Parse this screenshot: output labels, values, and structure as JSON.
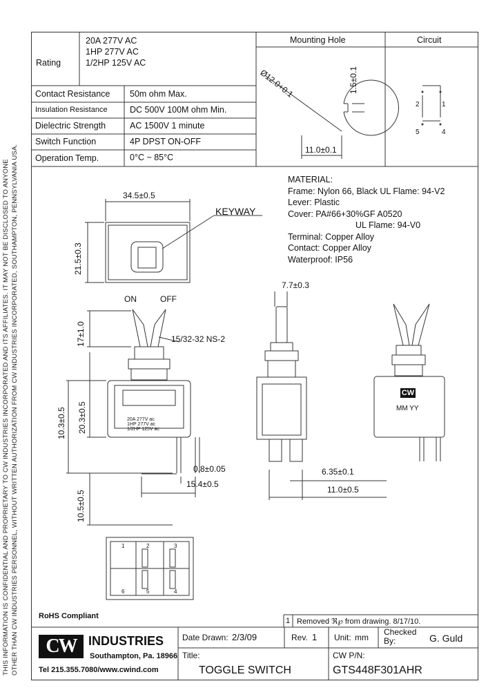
{
  "side_text": {
    "line1": "THIS INFORMATION IS CONFIDENTIAL AND PROPRIETARY TO CW INDUSTRIES INCORPORATED AND ITS AFFILIATES. IT MAY NOT BE DISCLOSED TO ANYONE",
    "line2": "OTHER THAN CW INDUSTRIES PERSONNEL, WITHOUT WRITTEN AUTHORIZATION FROM CW INDUSTRIES INCORPORATED, SOUTHAMPTON, PENNSYLVANIA USA."
  },
  "specs": {
    "rating_label": "Rating",
    "rating_1": "20A  277V AC",
    "rating_2": "1HP  277V AC",
    "rating_3": "1/2HP  125V AC",
    "contact_label": "Contact Resistance",
    "contact_value": "50m  ohm  Max.",
    "insulation_label": "Insulation Resistance",
    "insulation_value": "DC  500V 100M  ohm  Min.",
    "dielectric_label": "Dielectric Strength",
    "dielectric_value": "AC  1500V  1 minute",
    "function_label": "Switch Function",
    "function_value": "4P  DPST   ON-OFF",
    "temp_label": "Operation Temp.",
    "temp_value": "0°C ~ 85°C"
  },
  "mounting": {
    "header": "Mounting Hole",
    "dia": "Ø12.0+0.1",
    "key": "1.5±0.1",
    "width": "11.0±0.1"
  },
  "circuit": {
    "header": "Circuit",
    "p2": "2",
    "p1": "1",
    "p5": "5",
    "p4": "4"
  },
  "material": {
    "title": "MATERIAL:",
    "frame": "Frame: Nylon 66, Black UL Flame: 94-V2",
    "lever": "Lever: Plastic",
    "cover": "Cover: PA#66+30%GF A0520",
    "cover_ul": "UL Flame: 94-V0",
    "terminal": "Terminal: Copper Alloy",
    "contact": "Contact: Copper Alloy",
    "waterproof": "Waterproof: IP56"
  },
  "drawing": {
    "top_width": "34.5±0.5",
    "top_height": "21.5±0.3",
    "keyway": "KEYWAY",
    "on": "ON",
    "off": "OFF",
    "lever_h": "17±1.0",
    "thread": "15/32-32 NS-2",
    "body_h1": "10.3±0.5",
    "body_h2": "20.3±0.5",
    "label_1": "20A 277V ac",
    "label_2": "1HP 277V ac",
    "label_3": "1/2HP 125V ac",
    "term_w": "0.8±0.05",
    "term_span": "15.4±0.5",
    "term_len": "10.5±0.5",
    "lever_w": "7.7±0.3",
    "tab_w": "6.35±0.1",
    "tab_span": "11.0±0.5",
    "brand": "CW",
    "date_code": "MM YY",
    "bottom_1": "1",
    "bottom_2": "2",
    "bottom_3": "3",
    "bottom_4": "4",
    "bottom_5": "5",
    "bottom_6": "6"
  },
  "footer": {
    "rohs": "RoHS Compliant",
    "rev_num": "1",
    "rev_note": "Removed  ℜ℘  from drawing. 8/17/10.",
    "logo": "CW",
    "company": "INDUSTRIES",
    "city": "Southampton, Pa. 18966",
    "contact": "Tel 215.355.7080/www.cwind.com",
    "date_label": "Date Drawn:",
    "date_value": "2/3/09",
    "rev_label": "Rev.",
    "rev_value": "1",
    "unit_label": "Unit:",
    "unit_value": "mm",
    "checked_label": "Checked By:",
    "checked_value": "G. Guld",
    "title_label": "Title:",
    "title_value": "TOGGLE SWITCH",
    "pn_label": "CW P/N:",
    "pn_value": "GTS448F301AHR"
  }
}
